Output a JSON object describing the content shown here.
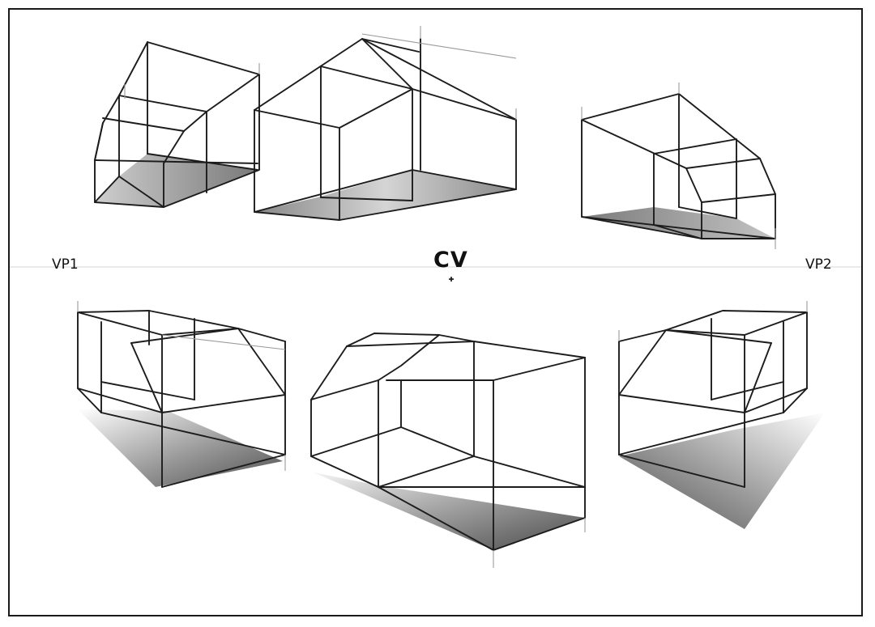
{
  "labels": {
    "vp_left": "VP1",
    "center_vision": "CV",
    "vp_right": "VP2"
  },
  "colors": {
    "line": "#1c1c1c",
    "shade_dark": "#5e5e5e",
    "shade_light": "#ffffff",
    "frame": "#1a1a1a"
  }
}
